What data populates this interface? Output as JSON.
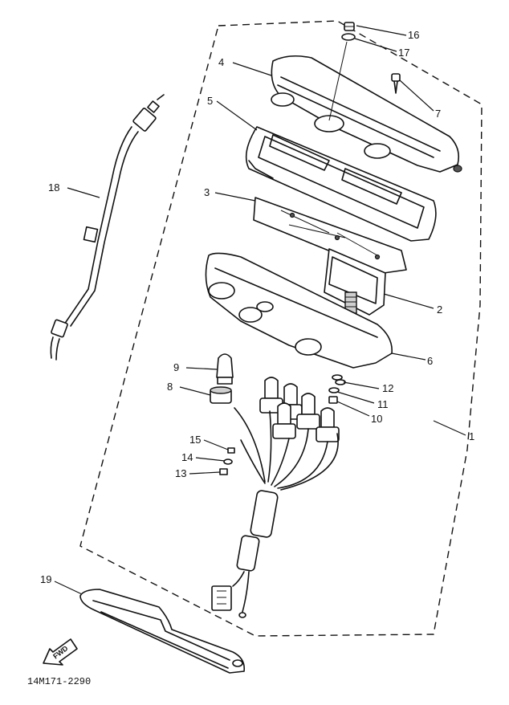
{
  "figure_code": "14M171-2290",
  "fwd_label": "FWD",
  "callouts": [
    {
      "id": "c1",
      "label": "1"
    },
    {
      "id": "c2",
      "label": "2"
    },
    {
      "id": "c3",
      "label": "3"
    },
    {
      "id": "c4",
      "label": "4"
    },
    {
      "id": "c5",
      "label": "5"
    },
    {
      "id": "c6",
      "label": "6"
    },
    {
      "id": "c7",
      "label": "7"
    },
    {
      "id": "c8",
      "label": "8"
    },
    {
      "id": "c9",
      "label": "9"
    },
    {
      "id": "c10",
      "label": "10"
    },
    {
      "id": "c11",
      "label": "11"
    },
    {
      "id": "c12",
      "label": "12"
    },
    {
      "id": "c13",
      "label": "13"
    },
    {
      "id": "c14",
      "label": "14"
    },
    {
      "id": "c15",
      "label": "15"
    },
    {
      "id": "c16",
      "label": "16"
    },
    {
      "id": "c17",
      "label": "17"
    },
    {
      "id": "c18",
      "label": "18"
    },
    {
      "id": "c19",
      "label": "19"
    }
  ]
}
